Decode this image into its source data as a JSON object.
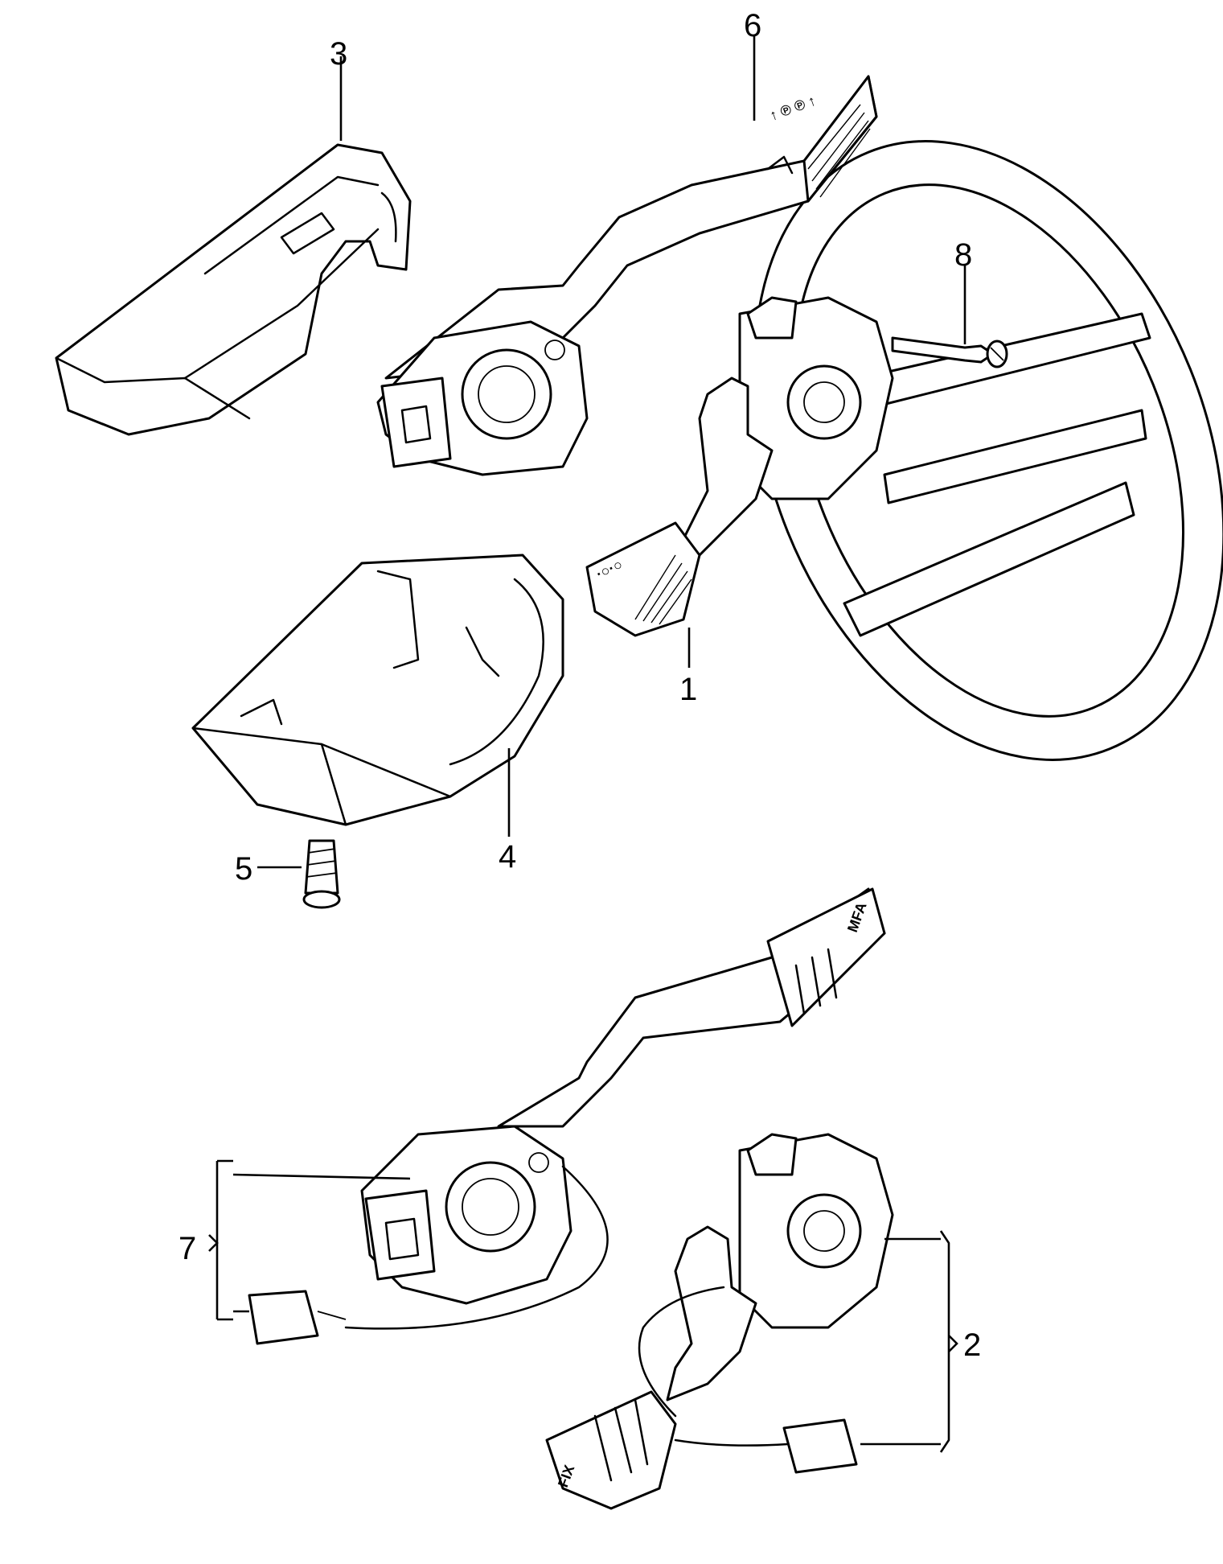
{
  "callouts": {
    "c1": "1",
    "c2": "2",
    "c3": "3",
    "c4": "4",
    "c5": "5",
    "c6": "6",
    "c7": "7",
    "c8": "8"
  },
  "switch_markings": {
    "mfa": "MFA",
    "fix": "FIX"
  }
}
